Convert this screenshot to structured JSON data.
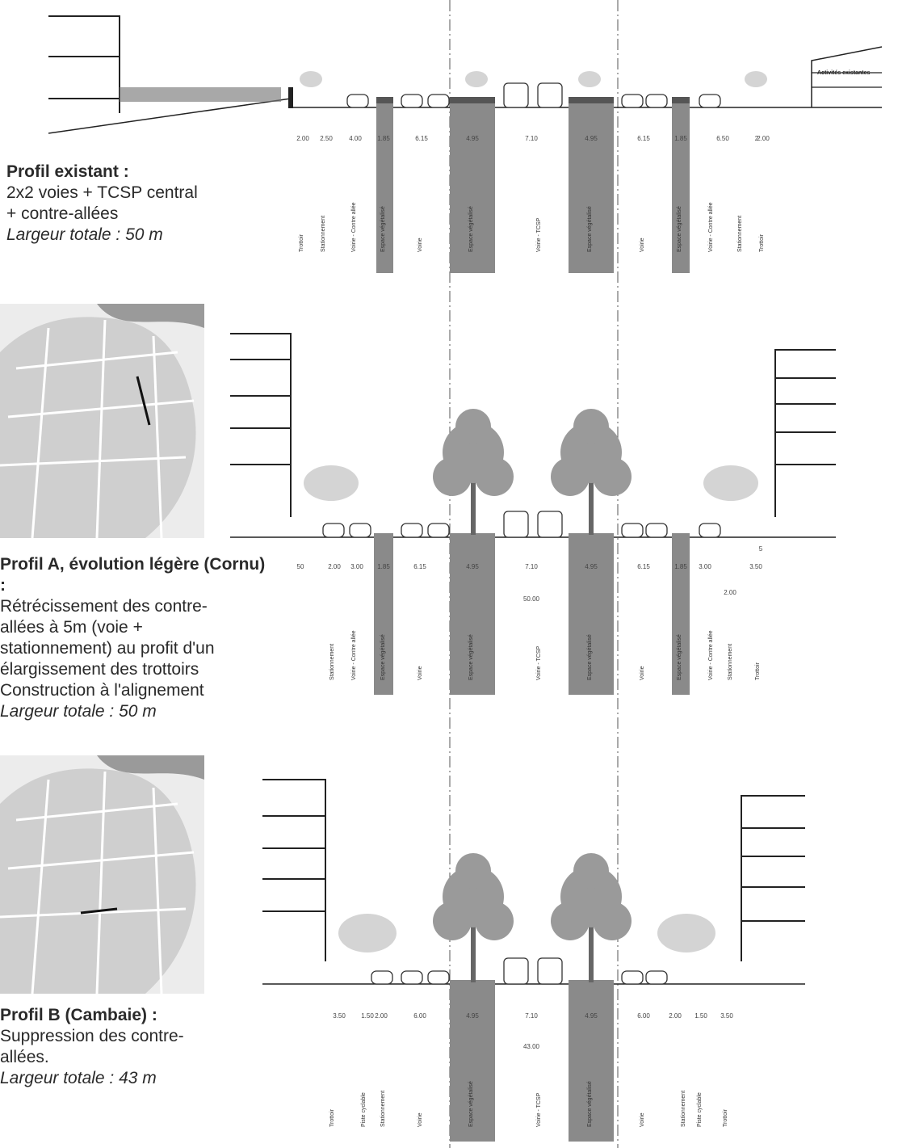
{
  "profiles": [
    {
      "title": "Profil existant :",
      "lines": [
        "2x2 voies + TCSP central",
        "+ contre-allées"
      ],
      "width_text": "Largeur totale : 50 m",
      "tag": "Activités existantes",
      "dims": [
        "2.00",
        "2.50",
        "4.00",
        "1.85",
        "6.15",
        "4.95",
        "7.10",
        "4.95",
        "6.15",
        "1.85",
        "6.50",
        "2",
        "2.00"
      ],
      "labels": [
        "Trottoir",
        "Stationnement",
        "Voirie - Contre allée",
        "Espace végétalisé",
        "Voirie",
        "Espace végétalisé",
        "Voirie - TCSP",
        "Espace végétalisé",
        "Voirie",
        "Espace végétalisé",
        "Voirie - Contre allée",
        "Stationnement",
        "Trottoir"
      ]
    },
    {
      "title": "Profil A, évolution légère (Cornu) :",
      "lines": [
        "Rétrécissement des contre-",
        "allées à 5m (voie +",
        "stationnement) au profit d'un",
        "élargissement des trottoirs",
        "Construction à l'alignement"
      ],
      "width_text": "Largeur totale : 50 m",
      "total": "50.00",
      "dims": [
        "50",
        "2.00",
        "3.00",
        "1.85",
        "6.15",
        "4.95",
        "7.10",
        "4.95",
        "6.15",
        "1.85",
        "3.00",
        "2.00",
        "3.50",
        "5"
      ],
      "labels": [
        "Stationnement",
        "Voirie - Contre allée",
        "Espace végétalisé",
        "Voirie",
        "Espace végétalisé",
        "Voirie - TCSP",
        "Espace végétalisé",
        "Voirie",
        "Espace végétalisé",
        "Voirie - Contre allée",
        "Stationnement",
        "Trottoir"
      ]
    },
    {
      "title": "Profil B (Cambaie) :",
      "lines": [
        "Suppression des contre-",
        "allées."
      ],
      "width_text": "Largeur totale : 43 m",
      "total": "43.00",
      "dims": [
        "3.50",
        "1.50",
        "2.00",
        "6.00",
        "4.95",
        "7.10",
        "4.95",
        "6.00",
        "2.00",
        "1.50",
        "3.50"
      ],
      "labels": [
        "Trottoir",
        "Piste cyclable",
        "Stationnement",
        "Voirie",
        "Espace végétalisé",
        "Voirie - TCSP",
        "Espace végétalisé",
        "Voirie",
        "Stationnement",
        "Piste cyclable",
        "Trottoir"
      ]
    }
  ],
  "colors": {
    "planted_strip": "#8a8a8a",
    "line": "#333333",
    "tree": "#9a9a9a",
    "map": "#d8d8d8"
  }
}
